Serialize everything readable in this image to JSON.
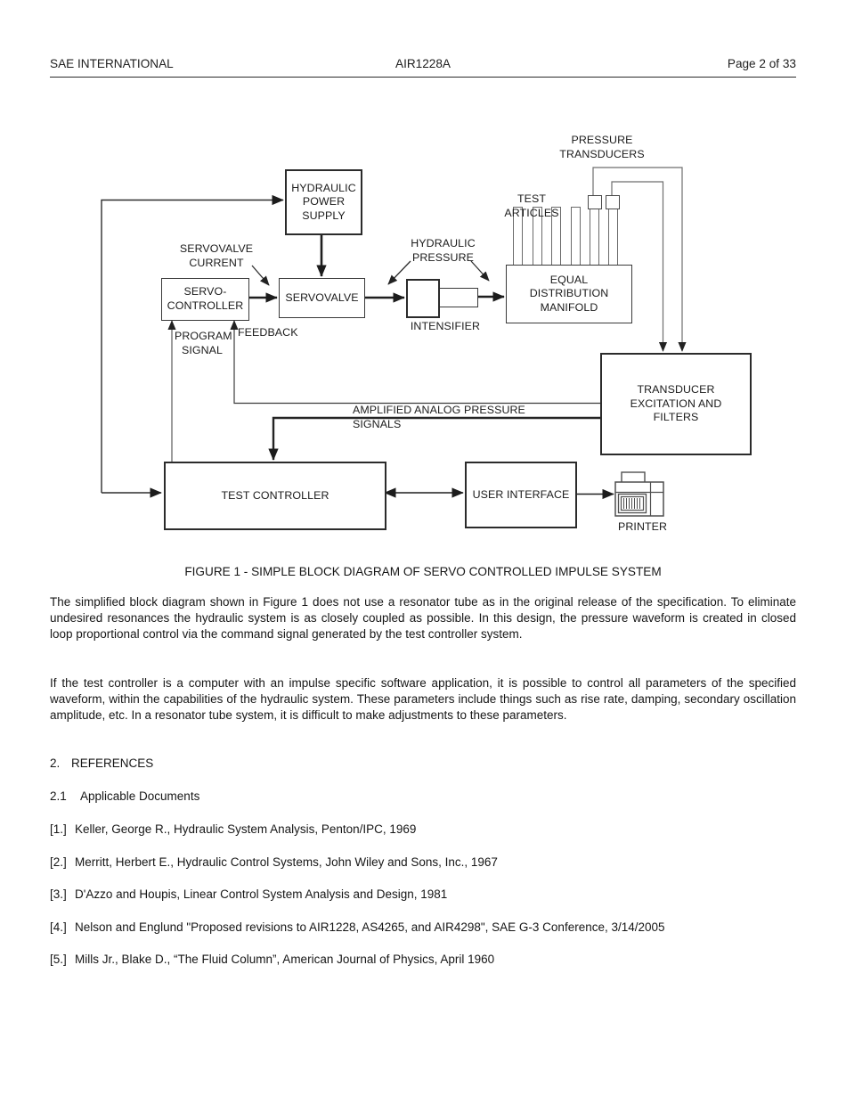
{
  "header": {
    "left": "SAE INTERNATIONAL",
    "center": "AIR1228A",
    "right": "Page 2 of 33"
  },
  "diagram": {
    "boxes": {
      "hydraulic_power_supply": "HYDRAULIC\nPOWER\nSUPPLY",
      "servo_controller": "SERVO-\nCONTROLLER",
      "servovalve": "SERVOVALVE",
      "equal_distribution_manifold": "EQUAL\nDISTRIBUTION\nMANIFOLD",
      "transducer_excitation": "TRANSDUCER\nEXCITATION AND\nFILTERS",
      "test_controller": "TEST CONTROLLER",
      "user_interface": "USER INTERFACE"
    },
    "labels": {
      "pressure_transducers": "PRESSURE\nTRANSDUCERS",
      "test_articles": "TEST ARTICLES",
      "servovalve_current": "SERVOVALVE\nCURRENT",
      "hydraulic_pressure": "HYDRAULIC\nPRESSURE",
      "intensifier": "INTENSIFIER",
      "program_signal": "PROGRAM\nSIGNAL",
      "feedback": "FEEDBACK",
      "amplified_analog": "AMPLIFIED ANALOG PRESSURE SIGNALS",
      "printer": "PRINTER"
    },
    "line_color": "#2e2e2e",
    "gray_line_color": "#6e6e6e",
    "flow_line_color": "#1f1f1f"
  },
  "figure_caption": "FIGURE 1 - SIMPLE BLOCK DIAGRAM OF SERVO CONTROLLED IMPULSE SYSTEM",
  "paragraphs": [
    "The simplified block diagram shown in Figure 1 does not use a resonator tube as in the original release of the specification.  To eliminate undesired resonances the hydraulic system is as closely coupled as possible.   In this design, the pressure waveform is created in closed loop proportional control via the command signal generated by the test controller system.",
    "If the test controller is a computer with an impulse specific software application, it is possible to control all parameters of the specified waveform, within the capabilities of the hydraulic system.  These parameters include things such as rise rate, damping, secondary oscillation amplitude, etc.   In a resonator tube system, it is difficult to make adjustments to these parameters."
  ],
  "sections": {
    "references_number": "2.",
    "references_title": "REFERENCES",
    "applicable_number": "2.1",
    "applicable_title": "Applicable Documents"
  },
  "references": [
    {
      "marker": "[1.]",
      "text": "Keller, George R., Hydraulic System Analysis, Penton/IPC, 1969"
    },
    {
      "marker": "[2.]",
      "text": "Merritt, Herbert E., Hydraulic Control Systems, John Wiley and Sons, Inc., 1967"
    },
    {
      "marker": "[3.]",
      "text": "D'Azzo and Houpis, Linear Control System Analysis and Design, 1981"
    },
    {
      "marker": "[4.]",
      "text": "Nelson and Englund \"Proposed revisions to AIR1228, AS4265, and AIR4298\", SAE G-3 Conference, 3/14/2005"
    },
    {
      "marker": "[5.]",
      "text": "Mills Jr., Blake D., “The Fluid Column”, American Journal of Physics, April 1960"
    }
  ]
}
